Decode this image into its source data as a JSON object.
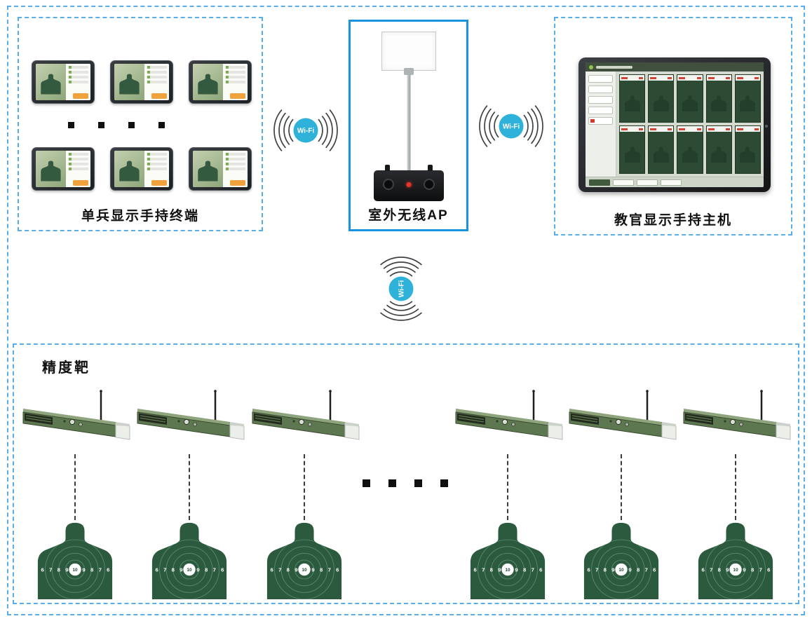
{
  "boxes": {
    "terminals": {
      "label": "单兵显示手持终端"
    },
    "ap": {
      "label": "室外无线AP"
    },
    "instructor": {
      "label": "教官显示手持主机"
    },
    "targets": {
      "label": "精度靶"
    }
  },
  "wifi": {
    "label": "Wi-Fi"
  },
  "target": {
    "ring_numbers": [
      "6",
      "7",
      "8",
      "9",
      "10",
      "9",
      "8",
      "7",
      "6"
    ]
  },
  "colors": {
    "box_border_blue": "#59ade8",
    "ap_border_blue": "#1794dd",
    "wifi_badge_cyan": "#2fb2d9",
    "target_green": "#2b5a3e",
    "device_bar_green": "#5d7850",
    "button_orange": "#f0a23c",
    "led_red": "#e2362a"
  }
}
